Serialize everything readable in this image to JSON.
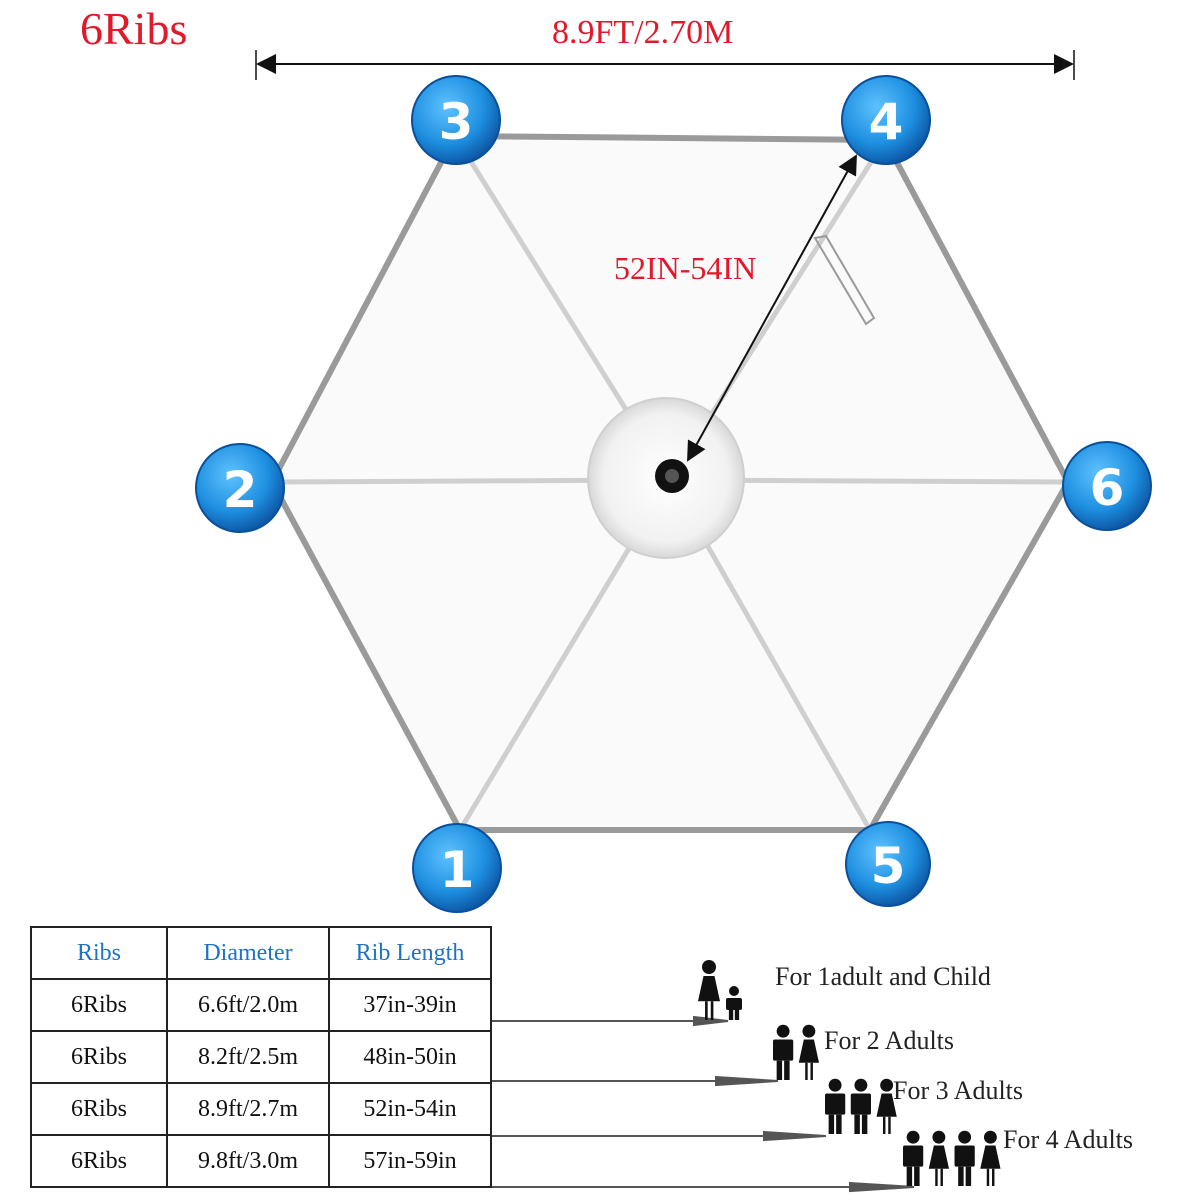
{
  "header": {
    "title": "6Ribs",
    "width_label": "8.9FT/2.70M",
    "radius_label": "52IN-54IN"
  },
  "ribs": {
    "numbers": [
      "1",
      "2",
      "3",
      "4",
      "5",
      "6"
    ],
    "badge_color": "#1e8fe0",
    "badge_dark": "#0a4f9c"
  },
  "accent_color": "#e0192b",
  "table": {
    "headers": [
      "Ribs",
      "Diameter",
      "Rib Length"
    ],
    "rows": [
      [
        "6Ribs",
        "6.6ft/2.0m",
        "37in-39in"
      ],
      [
        "6Ribs",
        "8.2ft/2.5m",
        "48in-50in"
      ],
      [
        "6Ribs",
        "8.9ft/2.7m",
        "52in-54in"
      ],
      [
        "6Ribs",
        "9.8ft/3.0m",
        "57in-59in"
      ]
    ]
  },
  "capacity": [
    {
      "label": "For 1adult and Child",
      "icons": [
        "woman-icon",
        "child-icon"
      ]
    },
    {
      "label": "For 2 Adults",
      "icons": [
        "man-icon",
        "woman-icon"
      ]
    },
    {
      "label": "For 3 Adults",
      "icons": [
        "man-icon",
        "man-icon",
        "woman-icon"
      ]
    },
    {
      "label": "For 4 Adults",
      "icons": [
        "man-icon",
        "woman-icon",
        "man-icon",
        "woman-icon"
      ]
    }
  ]
}
